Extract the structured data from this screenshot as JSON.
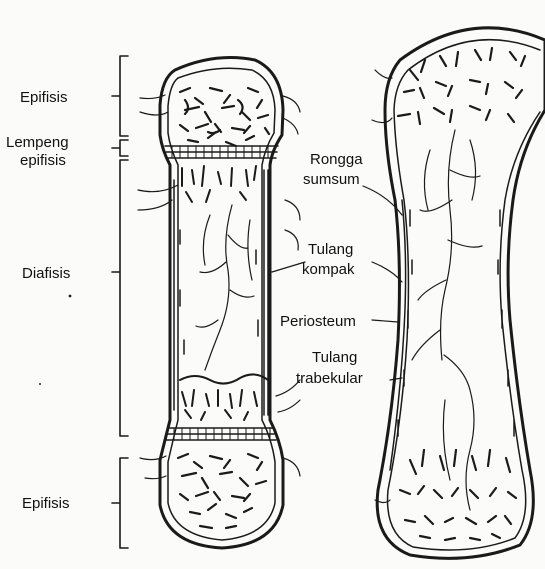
{
  "labels": {
    "epifisis_top": "Epifisis",
    "lempeng_line1": "Lempeng",
    "lempeng_line2": "epifisis",
    "diafisis": "Diafisis",
    "epifisis_bottom": "Epifisis",
    "rongga_line1": "Rongga",
    "rongga_line2": "sumsum",
    "tulang_kompak_line1": "Tulang",
    "tulang_kompak_line2": "kompak",
    "periosteum": "Periosteum",
    "tulang_trabekular_line1": "Tulang",
    "tulang_trabekular_line2": "trabekular"
  },
  "colors": {
    "ink": "#1a1a1a",
    "paper": "#fbfbf9"
  }
}
